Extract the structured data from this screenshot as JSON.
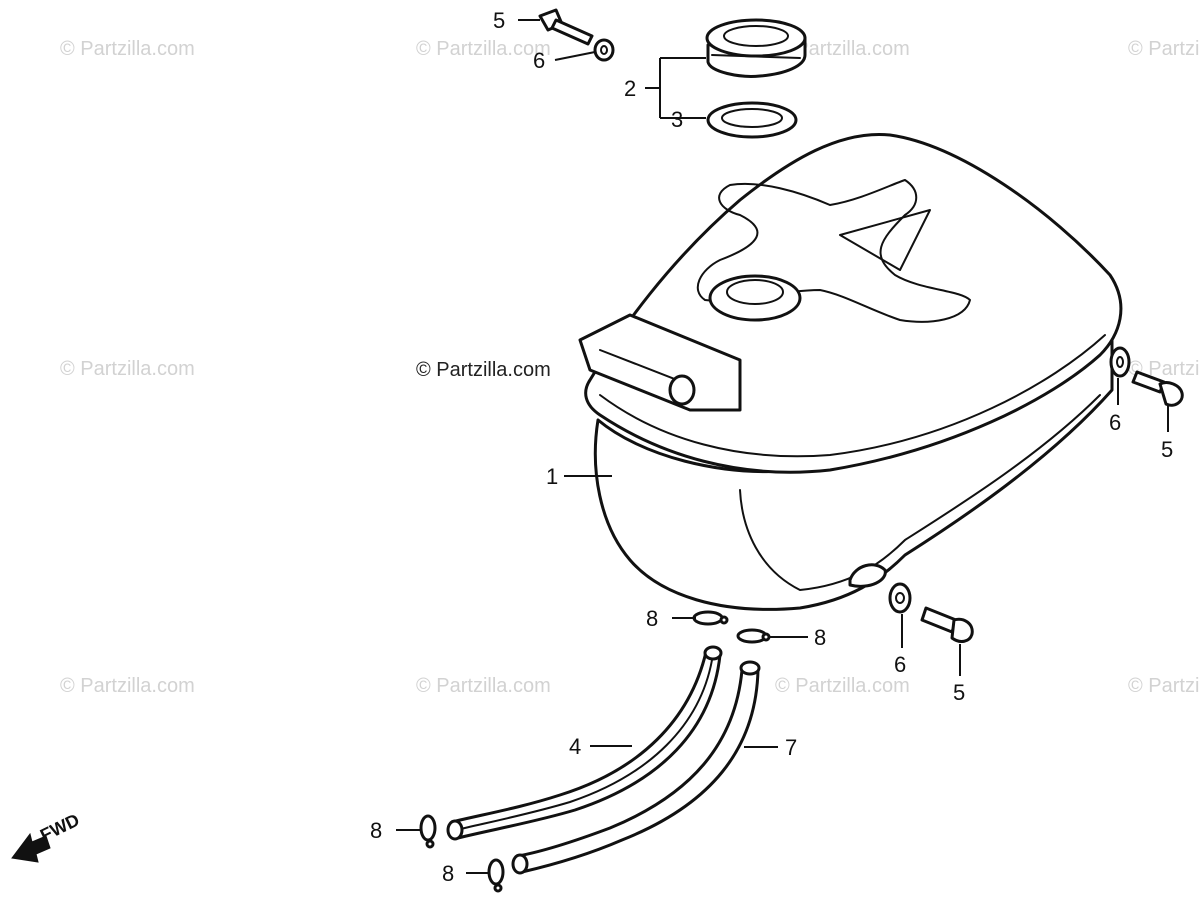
{
  "watermark": "© Partzilla.com",
  "watermark_center": "© Partzilla.com",
  "direction_label": "FWD",
  "callouts": {
    "c1": "1",
    "c2": "2",
    "c3": "3",
    "c4": "4",
    "c5_top": "5",
    "c5_right": "5",
    "c5_lower": "5",
    "c6_top": "6",
    "c6_right": "6",
    "c6_lower": "6",
    "c7": "7",
    "c8_a": "8",
    "c8_b": "8",
    "c8_c": "8",
    "c8_d": "8"
  }
}
